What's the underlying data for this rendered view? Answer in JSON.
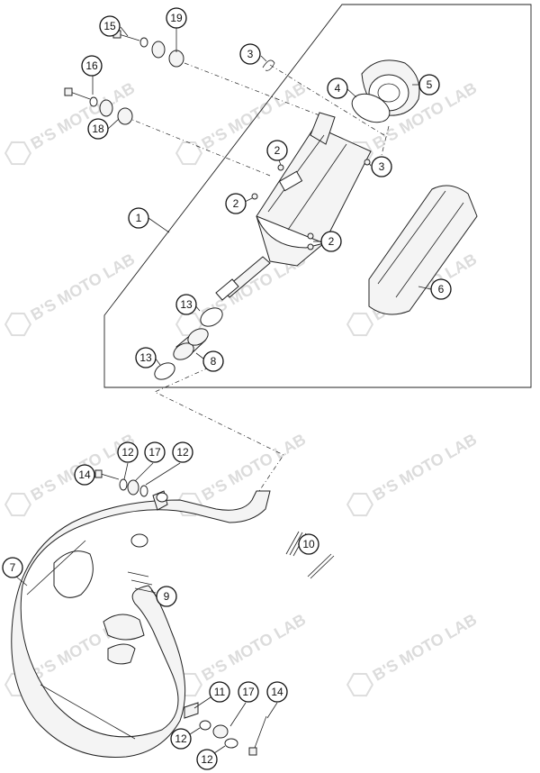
{
  "watermark": {
    "text": "B'S MOTO LAB",
    "color": "#d9d9d9"
  },
  "callouts": [
    {
      "id": "c1",
      "label": "1"
    },
    {
      "id": "c2a",
      "label": "2"
    },
    {
      "id": "c2b",
      "label": "2"
    },
    {
      "id": "c2c",
      "label": "2"
    },
    {
      "id": "c3a",
      "label": "3"
    },
    {
      "id": "c3b",
      "label": "3"
    },
    {
      "id": "c4",
      "label": "4"
    },
    {
      "id": "c5",
      "label": "5"
    },
    {
      "id": "c6",
      "label": "6"
    },
    {
      "id": "c7",
      "label": "7"
    },
    {
      "id": "c8",
      "label": "8"
    },
    {
      "id": "c9",
      "label": "9"
    },
    {
      "id": "c10",
      "label": "10"
    },
    {
      "id": "c11",
      "label": "11"
    },
    {
      "id": "c12a",
      "label": "12"
    },
    {
      "id": "c12b",
      "label": "12"
    },
    {
      "id": "c12c",
      "label": "12"
    },
    {
      "id": "c12d",
      "label": "12"
    },
    {
      "id": "c13a",
      "label": "13"
    },
    {
      "id": "c13b",
      "label": "13"
    },
    {
      "id": "c14a",
      "label": "14"
    },
    {
      "id": "c14b",
      "label": "14"
    },
    {
      "id": "c15",
      "label": "15"
    },
    {
      "id": "c16",
      "label": "16"
    },
    {
      "id": "c17a",
      "label": "17"
    },
    {
      "id": "c17b",
      "label": "17"
    },
    {
      "id": "c18",
      "label": "18"
    },
    {
      "id": "c19",
      "label": "19"
    }
  ]
}
